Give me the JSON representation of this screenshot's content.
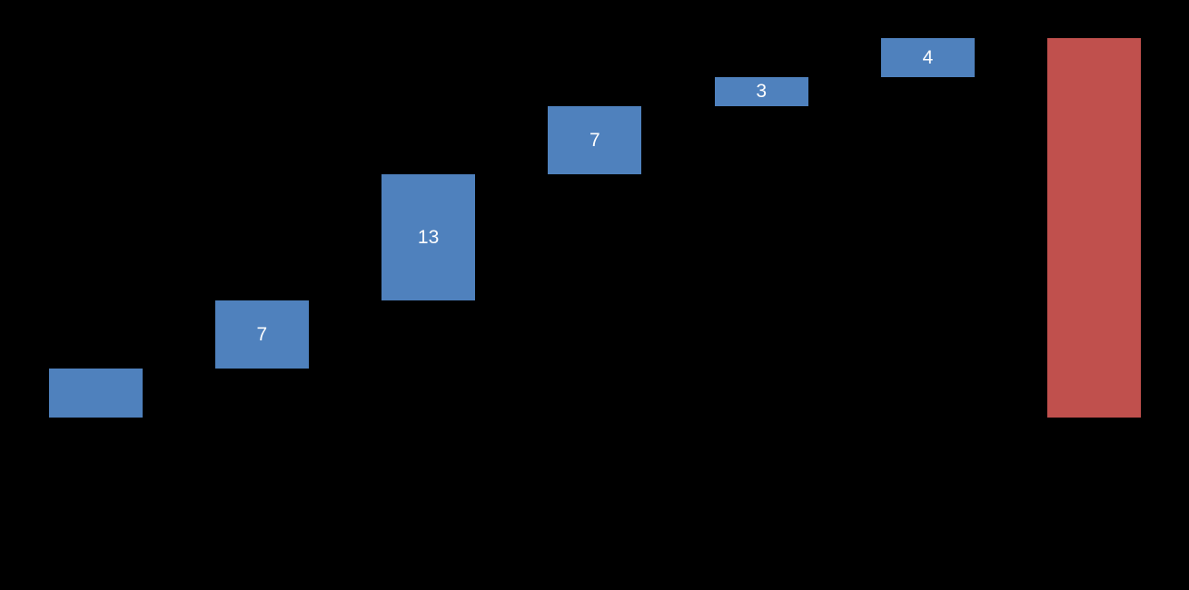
{
  "page": {
    "background_color": "#000000",
    "title": ""
  },
  "chart_data": {
    "type": "bar",
    "variant": "waterfall",
    "title": "",
    "xlabel": "",
    "ylabel": "",
    "categories": [
      "",
      "",
      "",
      "",
      "",
      "",
      ""
    ],
    "bars": [
      {
        "series": "increase",
        "start": 0,
        "end": 5,
        "value": 5,
        "label": ""
      },
      {
        "series": "increase",
        "start": 5,
        "end": 12,
        "value": 7,
        "label": "7"
      },
      {
        "series": "increase",
        "start": 12,
        "end": 25,
        "value": 13,
        "label": "13"
      },
      {
        "series": "increase",
        "start": 25,
        "end": 32,
        "value": 7,
        "label": "7"
      },
      {
        "series": "increase",
        "start": 32,
        "end": 35,
        "value": 3,
        "label": "3"
      },
      {
        "series": "increase",
        "start": 35,
        "end": 39,
        "value": 4,
        "label": "4"
      },
      {
        "series": "total",
        "start": 0,
        "end": 39,
        "value": 39,
        "label": ""
      }
    ],
    "colors": {
      "increase": "#4F81BD",
      "total": "#C0504D"
    },
    "label_color": "#FFFFFF",
    "ylim": [
      0,
      39
    ],
    "grid": false,
    "legend_position": "none",
    "axes_visible": false
  }
}
